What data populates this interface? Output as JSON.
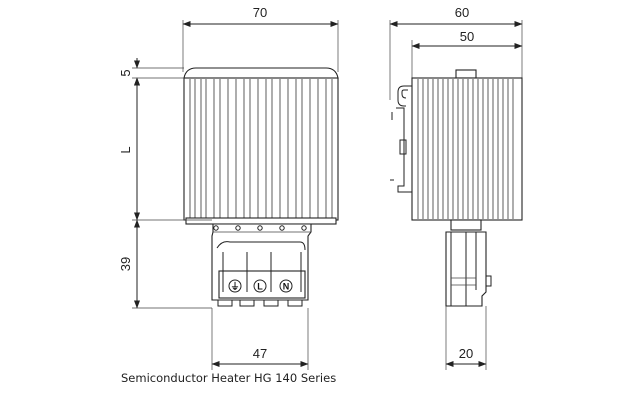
{
  "dimensions": {
    "front_width": "70",
    "top_cap": "5",
    "length": "L",
    "terminal_height": "39",
    "terminal_width": "47",
    "side_width": "60",
    "side_body_width": "50",
    "side_terminal_width": "20"
  },
  "terminals": {
    "ground": "⏚",
    "live": "L",
    "neutral": "N"
  },
  "caption": "Semiconductor Heater HG 140 Series"
}
